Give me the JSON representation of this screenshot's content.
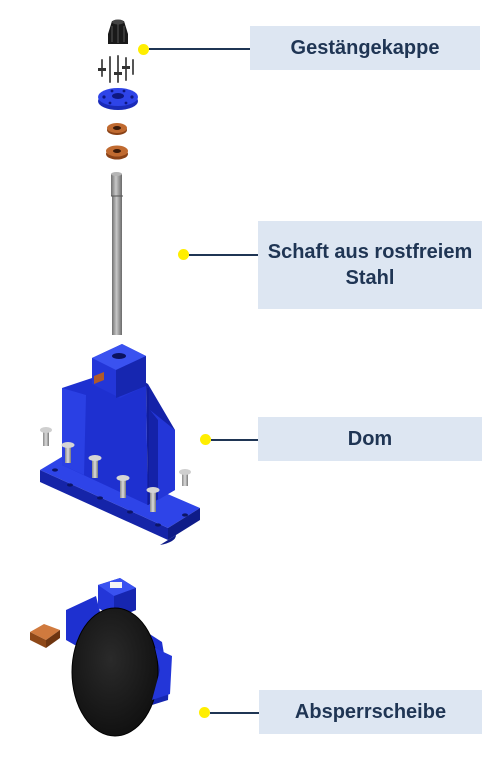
{
  "callouts": [
    {
      "id": "cap",
      "label": "Gestängekappe"
    },
    {
      "id": "shaft",
      "label": "Schaft aus rostfreiem Stahl"
    },
    {
      "id": "dome",
      "label": "Dom"
    },
    {
      "id": "disc",
      "label": "Absperrscheibe"
    }
  ],
  "colors": {
    "part_blue": "#2233dd",
    "label_bg": "#dde6f2",
    "label_text": "#1f3554",
    "dot": "#ffee00",
    "leader": "#1f3554",
    "steel": "#9a9a9a",
    "bronze": "#b05a2a",
    "rubber": "#1a1a1a"
  }
}
